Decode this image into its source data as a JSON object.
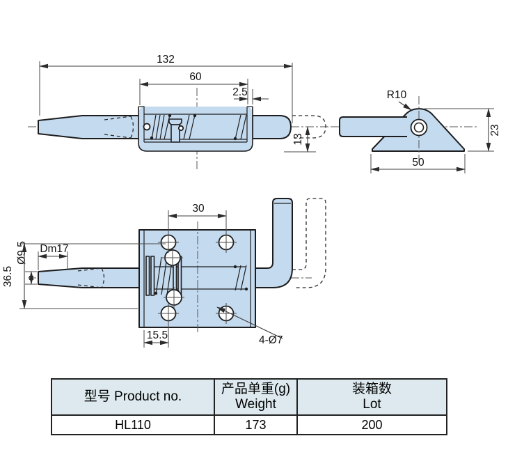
{
  "drawing_title": "HL110 spring latch technical drawing",
  "colors": {
    "part_fill": "#c4daee",
    "outline": "#1d1d1f",
    "table_header_bg": "#dde9ee"
  },
  "dims": {
    "side": {
      "overall": "132",
      "housing": "60",
      "wall": "2.5",
      "drop": "13"
    },
    "bracket": {
      "radius": "R10",
      "height": "23",
      "width": "50"
    },
    "plan": {
      "spacing": "30",
      "tip": "Dm17",
      "rod": "Ø9.5",
      "height": "36.5",
      "edge": "15.5",
      "holes": "4-Ø7"
    }
  },
  "table": {
    "col1": {
      "title": "型号 Product no."
    },
    "col2": {
      "title": "产品单重(g)",
      "sub": "Weight"
    },
    "col3": {
      "title": "装箱数",
      "sub": "Lot"
    },
    "row": {
      "product": "HL110",
      "weight": "173",
      "lot": "200"
    }
  }
}
